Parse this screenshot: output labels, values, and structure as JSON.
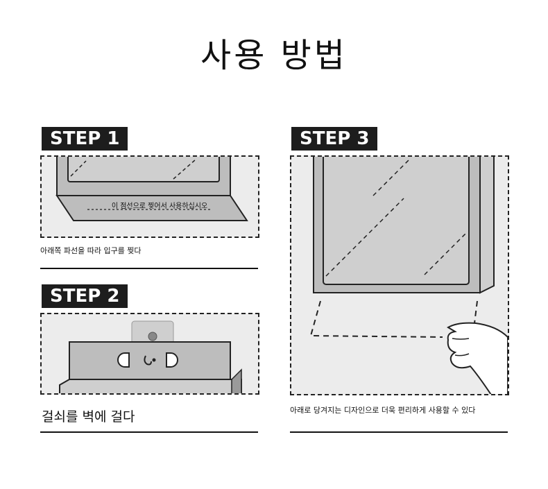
{
  "title": "사용 방법",
  "steps": [
    {
      "tag": "STEP 1",
      "caption": "아래쪽 파선을 따라 입구를 찢다",
      "panel_text": "이 점선으로 찢어서 사용하십시오"
    },
    {
      "tag": "STEP 2",
      "caption": "걸쇠를 벽에 걸다"
    },
    {
      "tag": "STEP 3",
      "caption": "아래로 당겨지는 디자인으로 더욱 편리하게 사용할 수 있다"
    }
  ],
  "colors": {
    "tag_bg": "#1d1d1d",
    "panel_bg": "#ececec",
    "box_fill": "#bdbdbd"
  }
}
